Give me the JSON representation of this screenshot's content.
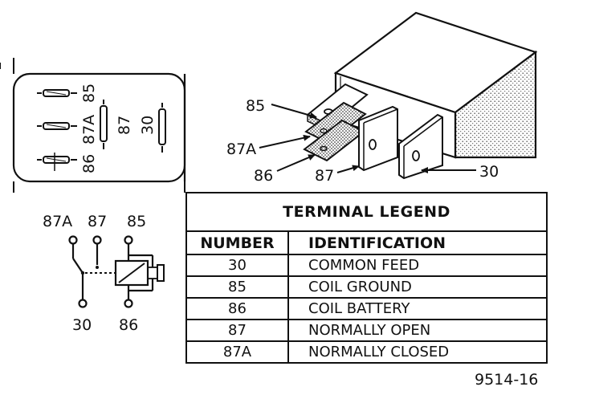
{
  "top_view": {
    "labels": {
      "t85": "85",
      "t87a": "87A",
      "t86": "86",
      "t87": "87",
      "t30": "30"
    }
  },
  "relay_3d": {
    "labels": {
      "t85": "85",
      "t87a": "87A",
      "t86": "86",
      "t87": "87",
      "t30": "30"
    }
  },
  "schematic": {
    "labels": {
      "t87a": "87A",
      "t87": "87",
      "t85": "85",
      "t30": "30",
      "t86": "86"
    }
  },
  "legend": {
    "title": "TERMINAL LEGEND",
    "col_number": "NUMBER",
    "col_identification": "IDENTIFICATION",
    "rows": [
      {
        "number": "30",
        "identification": "COMMON FEED"
      },
      {
        "number": "85",
        "identification": "COIL GROUND"
      },
      {
        "number": "86",
        "identification": "COIL BATTERY"
      },
      {
        "number": "87",
        "identification": "NORMALLY OPEN"
      },
      {
        "number": "87A",
        "identification": "NORMALLY CLOSED"
      }
    ]
  },
  "figure_number": "9514-16"
}
